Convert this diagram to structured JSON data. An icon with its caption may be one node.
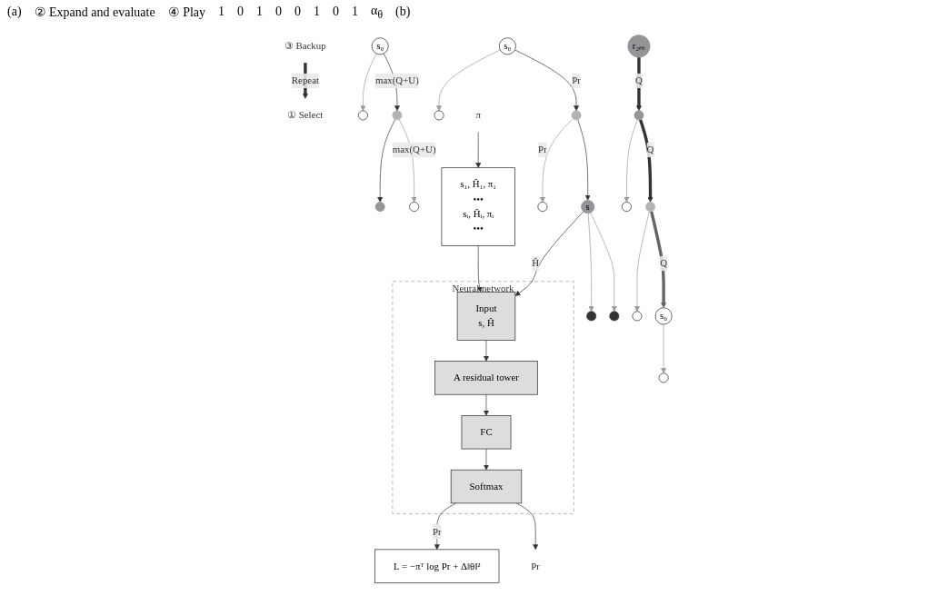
{
  "diagram": {
    "nodes": [
      {
        "text": [
          "① Select"
        ]
      },
      {
        "text": [
          "③ Backup"
        ]
      },
      {
        "text": [
          "s₀"
        ]
      },
      {
        "text": [],
        "shape": "circle"
      },
      {
        "text": [],
        "shape": "circle"
      },
      {
        "text": [],
        "shape": "circle"
      },
      {
        "text": [],
        "shape": "circle"
      },
      {
        "text": [
          "s₀"
        ]
      },
      {
        "text": [],
        "shape": "circle"
      },
      {
        "text": [],
        "shape": "circle"
      },
      {
        "text": [
          "s"
        ]
      },
      {
        "text": [],
        "shape": "circle"
      },
      {
        "text": [],
        "shape": "circle"
      },
      {
        "text": [],
        "shape": "circle"
      },
      {
        "text": [
          "Pr"
        ]
      },
      {
        "text": [
          "s₀"
        ]
      },
      {
        "text": [],
        "shape": "circle"
      },
      {
        "text": [],
        "shape": "circle"
      },
      {
        "text": [],
        "shape": "circle"
      },
      {
        "text": [],
        "shape": "circle"
      },
      {
        "text": [
          "r₂ₘ"
        ]
      },
      {
        "text": [],
        "shape": "circle"
      },
      {
        "text": [
          "π"
        ]
      },
      {
        "text": [
          "s₁, Ĥ₁, π₁",
          "•••",
          "sᵢ, Ĥᵢ, πᵢ",
          "•••"
        ]
      },
      {
        "text": [
          "Neural network"
        ]
      },
      {
        "text": [
          "Input",
          "s, Ĥ"
        ],
        "in": 24
      },
      {
        "text": [
          "A residual tower"
        ],
        "in": 24
      },
      {
        "text": [
          "FC"
        ],
        "in": 24
      },
      {
        "text": [
          "Softmax"
        ],
        "in": 24
      },
      {
        "text": [
          "L = −πᵀ log Pr + Δ‖θ‖²"
        ]
      }
    ],
    "edges": [
      {
        "from": 1,
        "to": 0,
        "arrow": "to",
        "label": "Repeat",
        "style": "thick"
      },
      {
        "from": 2,
        "to": 3,
        "arrow": "to",
        "color": "#999999"
      },
      {
        "from": 2,
        "to": 4,
        "arrow": "to",
        "label": "max(Q+U)"
      },
      {
        "from": 4,
        "to": 5,
        "arrow": "to"
      },
      {
        "from": 4,
        "to": 6,
        "arrow": "to",
        "label": "max(Q+U)",
        "color": "#999999"
      },
      {
        "from": 7,
        "to": 8,
        "arrow": "to",
        "color": "#999999"
      },
      {
        "from": 7,
        "to": 9,
        "arrow": "to",
        "label": "Pr"
      },
      {
        "from": 9,
        "to": 10,
        "arrow": "to"
      },
      {
        "from": 9,
        "to": 11,
        "arrow": "to",
        "label": "Pr",
        "color": "#999999"
      },
      {
        "from": 10,
        "to": 12,
        "arrow": "to",
        "color": "#999999"
      },
      {
        "from": 10,
        "to": 13,
        "arrow": "to",
        "color": "#999999"
      },
      {
        "from": 15,
        "to": 16,
        "arrow": "to",
        "color": "#999999"
      },
      {
        "from": 17,
        "to": 15,
        "arrow": "to",
        "label": "Q",
        "style": "thick",
        "color": "#666666"
      },
      {
        "from": 18,
        "to": 17,
        "arrow": "to",
        "label": "Q",
        "style": "thick"
      },
      {
        "from": 17,
        "to": 19,
        "arrow": "to",
        "color": "#999999"
      },
      {
        "from": 20,
        "to": 18,
        "arrow": "to",
        "label": "Q",
        "style": "thick"
      },
      {
        "from": 18,
        "to": 21,
        "arrow": "to",
        "color": "#999999"
      },
      {
        "from": 10,
        "to": 25,
        "arrow": "to",
        "label": "Ĥ"
      },
      {
        "from": 23,
        "to": 25,
        "arrow": "to"
      },
      {
        "from": 25,
        "to": 26,
        "arrow": "to"
      },
      {
        "from": 26,
        "to": 27,
        "arrow": "to"
      },
      {
        "from": 27,
        "to": 28,
        "arrow": "to"
      },
      {
        "from": 28,
        "to": 29,
        "arrow": "to",
        "label": "Pr"
      },
      {
        "from": 28,
        "to": 14,
        "arrow": "to"
      },
      {
        "from": 22,
        "to": 23,
        "arrow": "to"
      }
    ],
    "labels": [
      "(a)",
      "② Expand and evaluate",
      "④ Play",
      "1",
      "0",
      "1",
      "0",
      "0",
      "1",
      "0",
      "1",
      "α$_{θ}$",
      "(b)"
    ]
  }
}
